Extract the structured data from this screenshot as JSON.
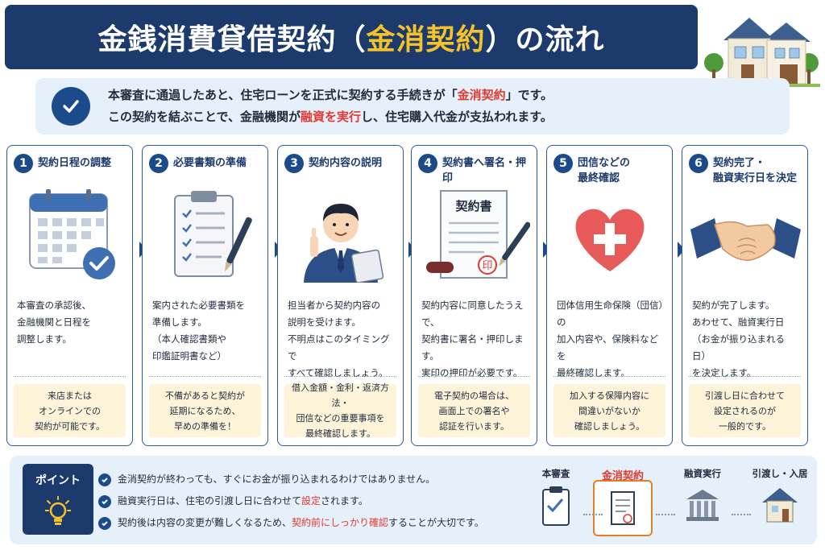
{
  "title": {
    "main": "金銭消費貸借契約（",
    "accent": "金消契約",
    "tail": "）の流れ"
  },
  "intro": {
    "line1_a": "本審査に通過したあと、住宅ローンを正式に契約する手続きが「",
    "line1_hl": "金消契約",
    "line1_b": "」です。",
    "line2_a": "この契約を結ぶことで、金融機関が",
    "line2_hl": "融資を実行",
    "line2_b": "し、住宅購入代金が支払われます。"
  },
  "steps": [
    {
      "num": "1",
      "title": "契約日程の調整",
      "desc": "本審査の承認後、\n金融機関と日程を\n調整します。",
      "note": "来店または\nオンラインでの\n契約が可能です。"
    },
    {
      "num": "2",
      "title": "必要書類の準備",
      "desc": "案内された必要書類を\n準備します。\n（本人確認書類や\n印鑑証明書など）",
      "note": "不備があると契約が\n延期になるため、\n早めの準備を！"
    },
    {
      "num": "3",
      "title": "契約内容の説明",
      "desc": "担当者から契約内容の\n説明を受けます。\n不明点はこのタイミングで\nすべて確認しましょう。",
      "note": "借入金額・金利・返済方法・\n団信などの重要事項を\n最終確認します。"
    },
    {
      "num": "4",
      "title": "契約書へ署名・押印",
      "desc": "契約内容に同意したうえで、\n契約書に署名・押印します。\n実印の押印が必要です。",
      "note": "電子契約の場合は、\n画面上での署名や\n認証を行います。",
      "doc_title": "契約書",
      "seal": "印"
    },
    {
      "num": "5",
      "title": "団信などの\n最終確認",
      "desc": "団体信用生命保険（団信）の\n加入内容や、保険料などを\n最終確認します。",
      "note": "加入する保障内容に\n間違いがないか\n確認しましょう。"
    },
    {
      "num": "6",
      "title": "契約完了・\n融資実行日を決定",
      "desc": "契約が完了します。\nあわせて、融資実行日\n（お金が振り込まれる日）\nを決定します。",
      "note": "引渡し日に合わせて\n設定されるのが\n一般的です。"
    }
  ],
  "point": {
    "badge": "ポイント",
    "items": [
      {
        "a": "金消契約が終わっても、すぐにお金が振り込まれるわけではありません。",
        "hl": "",
        "b": ""
      },
      {
        "a": "融資実行日は、住宅の引渡し日に合わせて",
        "hl": "設定",
        "b": "されます。"
      },
      {
        "a": "契約後は内容の変更が難しくなるため、",
        "hl": "契約前にしっかり確認",
        "b": "することが大切です。"
      }
    ],
    "flow": [
      "本審査",
      "金消契約",
      "融資実行",
      "引渡し・入居"
    ]
  },
  "colors": {
    "navy": "#1c3a6b",
    "accent_yellow": "#f6c22b",
    "highlight_red": "#e1392f",
    "note_bg": "#fdf3d8"
  },
  "icons": [
    "check-circle-icon",
    "house-icon",
    "calendar-icon",
    "clipboard-icon",
    "businessman-icon",
    "contract-icon",
    "heart-cross-icon",
    "handshake-icon",
    "lightbulb-icon",
    "bank-icon"
  ]
}
